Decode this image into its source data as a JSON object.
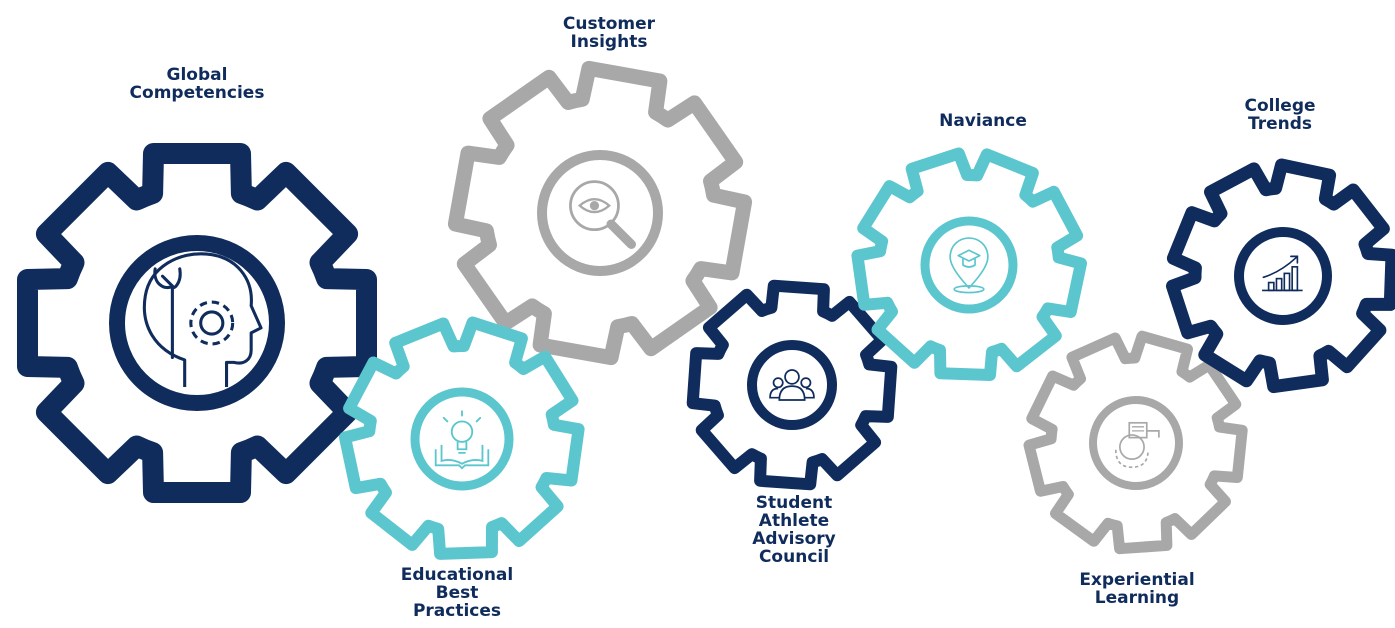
{
  "colors": {
    "navy": "#0f2c5c",
    "teal": "#5cc6cf",
    "gray": "#a8a8a8",
    "label": "#0f2c5c"
  },
  "gears": [
    {
      "key": "global-competencies",
      "label": "Global\nCompetencies",
      "color": "navy",
      "icon": "head-with-gear-and-wrench-icon"
    },
    {
      "key": "customer-insights",
      "label": "Customer\nInsights",
      "color": "gray",
      "icon": "magnifier-with-eye-icon"
    },
    {
      "key": "educational-best-practices",
      "label": "Educational\nBest\nPractices",
      "color": "teal",
      "icon": "lightbulb-over-book-icon"
    },
    {
      "key": "student-athlete-advisory-council",
      "label": "Student\nAthlete\nAdvisory\nCouncil",
      "color": "navy",
      "icon": "people-group-icon"
    },
    {
      "key": "naviance",
      "label": "Naviance",
      "color": "teal",
      "icon": "graduation-cap-location-pin-icon"
    },
    {
      "key": "experiential-learning",
      "label": "Experiential\nLearning",
      "color": "gray",
      "icon": "learner-with-board-icon"
    },
    {
      "key": "college-trends",
      "label": "College\nTrends",
      "color": "navy",
      "icon": "rising-bar-chart-icon"
    }
  ]
}
